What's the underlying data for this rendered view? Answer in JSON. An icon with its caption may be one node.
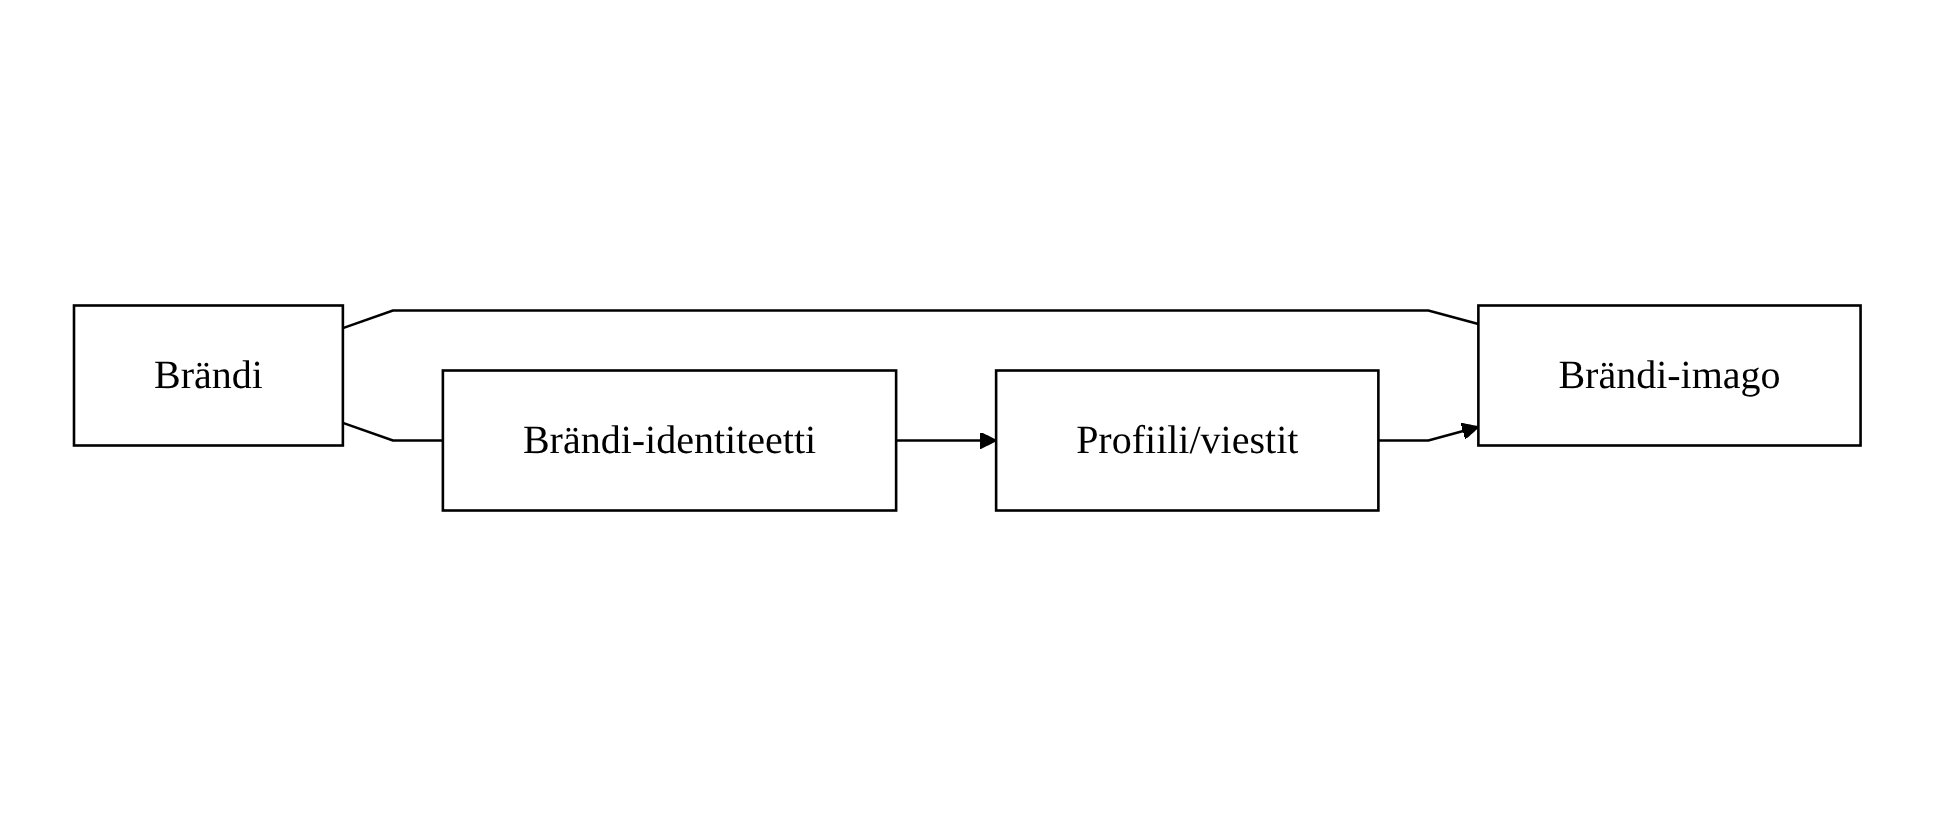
{
  "diagram": {
    "nodes": [
      {
        "text": [
          "Brändi"
        ]
      },
      {
        "text": [
          "Brändi-identiteetti"
        ]
      },
      {
        "text": [
          "Profiili/viestit"
        ]
      },
      {
        "text": [
          "Brändi-imago"
        ]
      }
    ],
    "edges": [
      {
        "from": 0,
        "to": 1,
        "arrow": "none"
      },
      {
        "from": 0,
        "to": 3,
        "arrow": "none"
      },
      {
        "from": 1,
        "to": 2,
        "arrow": "to"
      },
      {
        "from": 2,
        "to": 3,
        "arrow": "to"
      }
    ]
  }
}
